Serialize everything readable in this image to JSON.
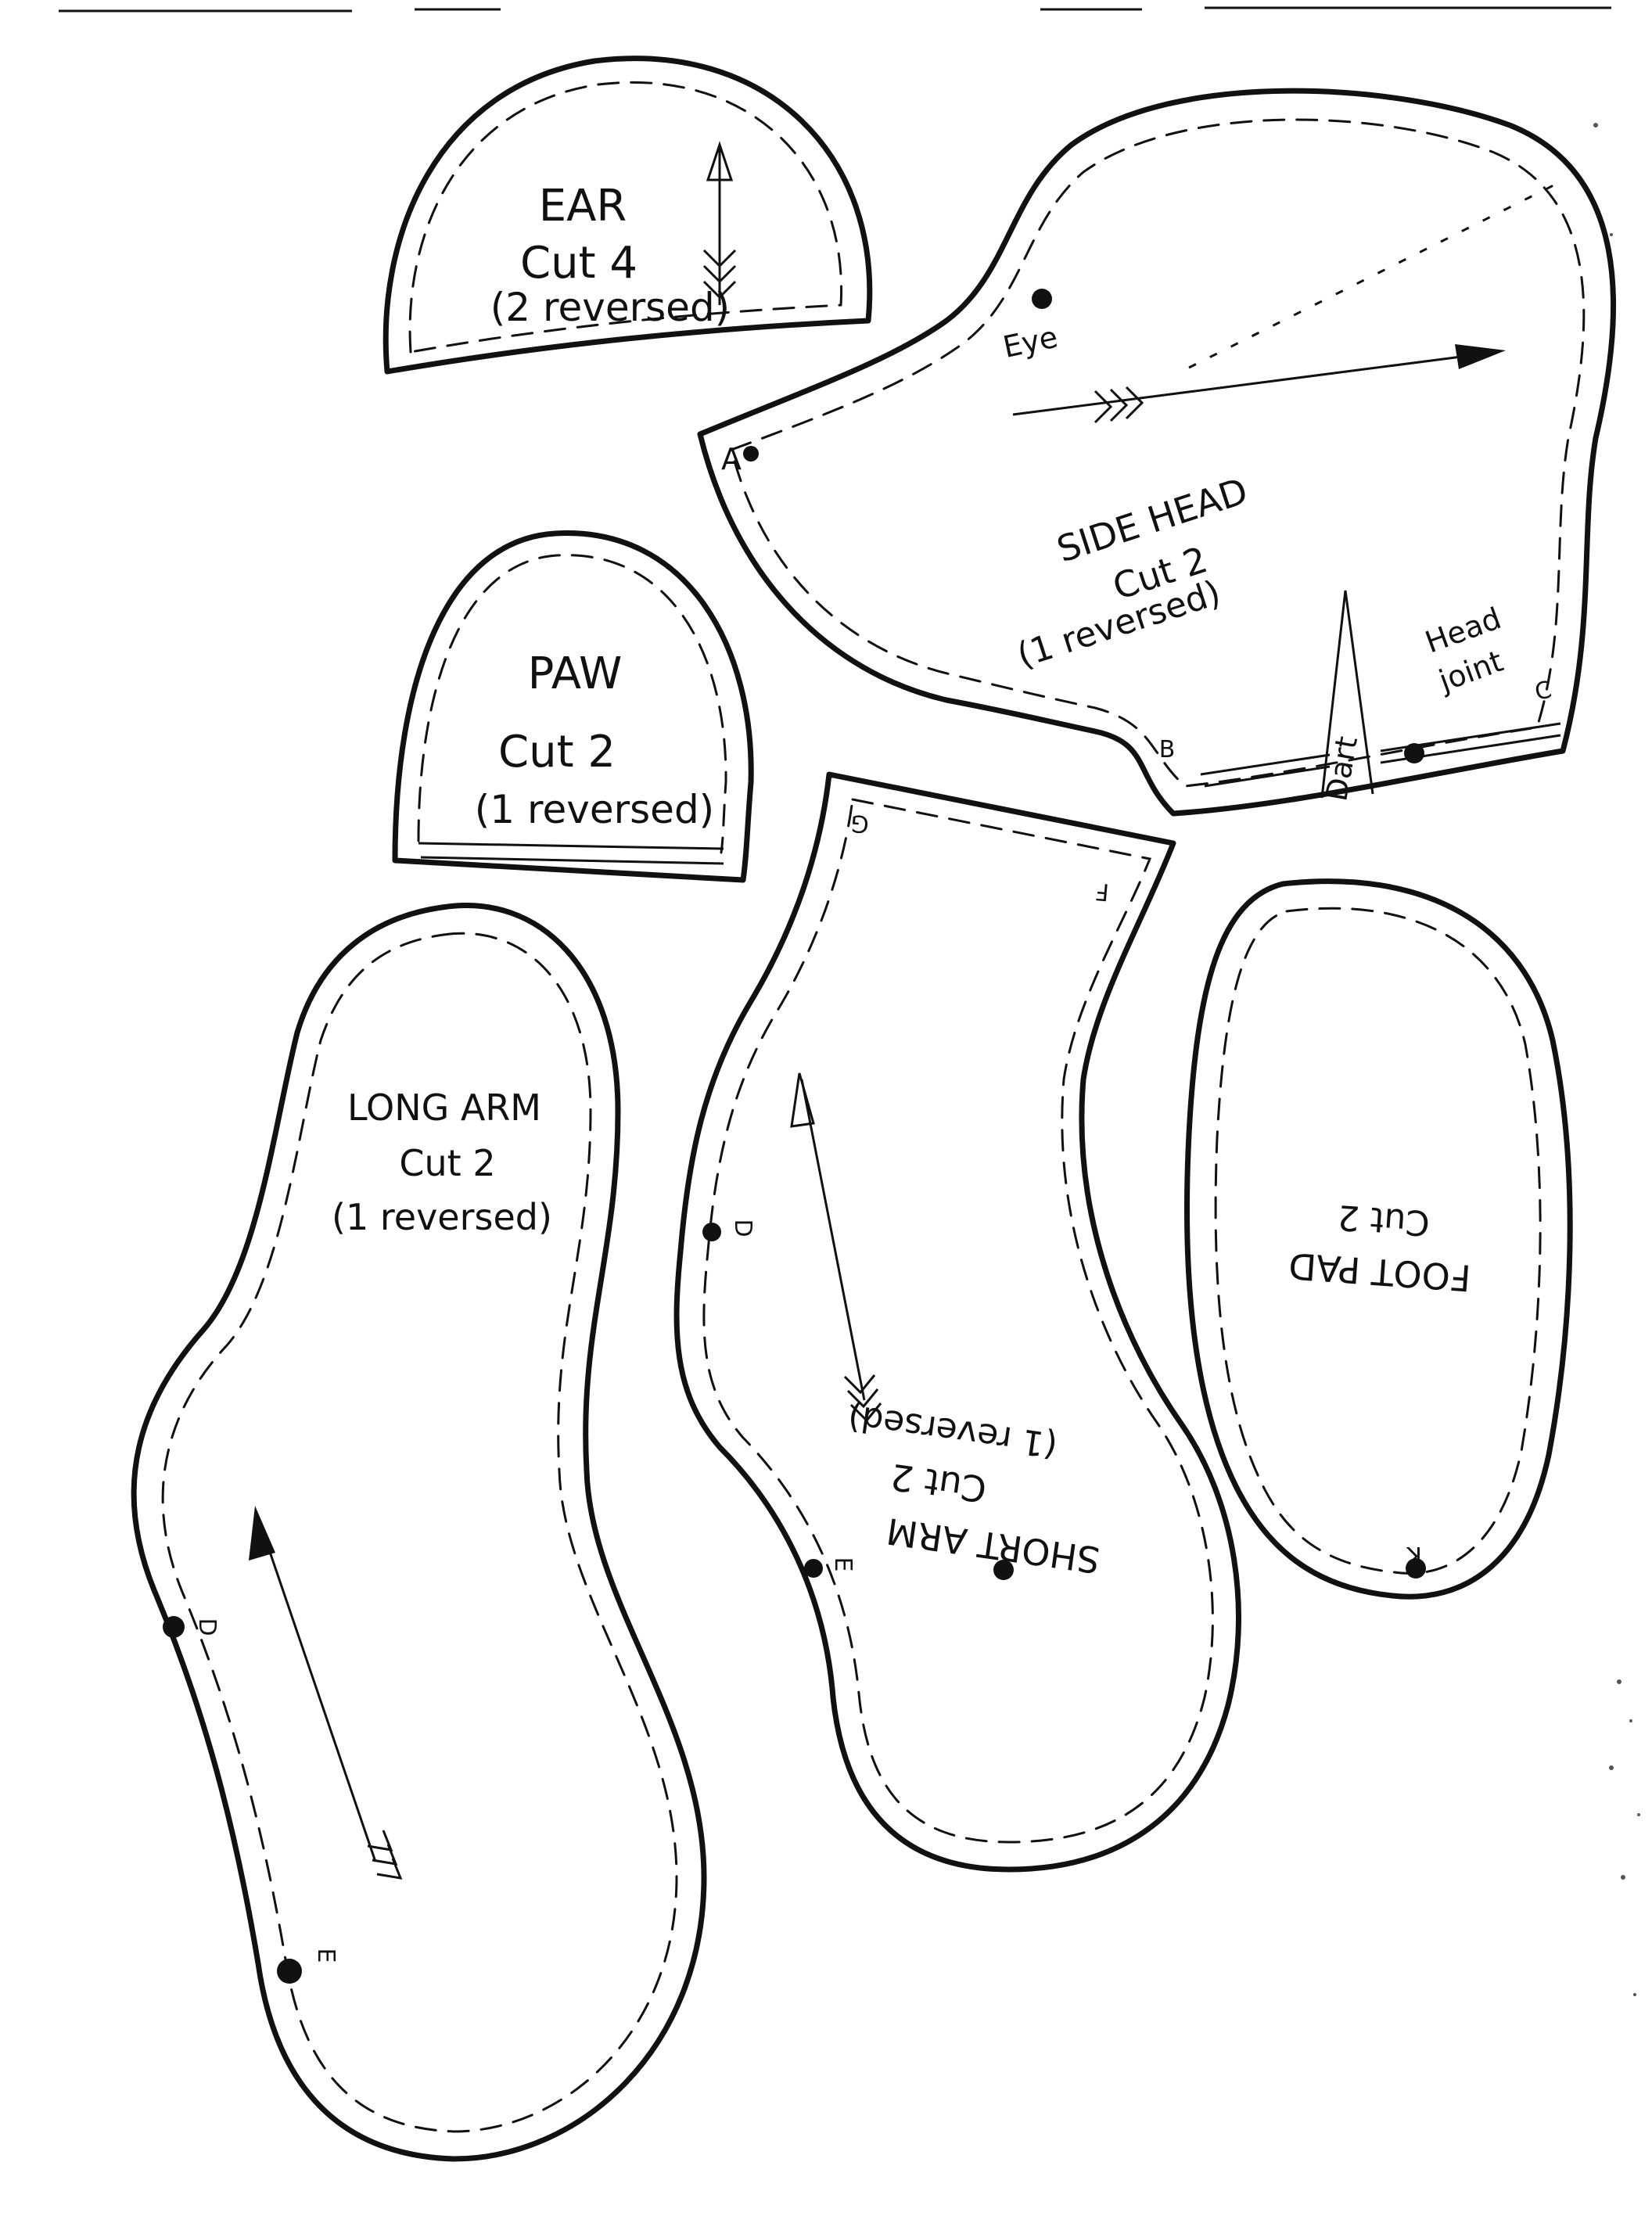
{
  "pieces": {
    "ear": {
      "name": "EAR",
      "cut": "Cut 4",
      "note": "(2 reversed)"
    },
    "side_head": {
      "name": "SIDE HEAD",
      "cut": "Cut 2",
      "note": "(1 reversed)",
      "eye_label": "Eye",
      "dart_label": "Dart",
      "joint_label_1": "Head",
      "joint_label_2": "joint",
      "mark_a": "A",
      "mark_b": "B",
      "mark_c": "C"
    },
    "paw": {
      "name": "PAW",
      "cut": "Cut 2",
      "note": "(1 reversed)"
    },
    "long_arm": {
      "name": "LONG ARM",
      "cut": "Cut 2",
      "note": "(1 reversed)",
      "mark_d": "D",
      "mark_e": "E"
    },
    "short_arm": {
      "name": "SHORT ARM",
      "cut": "Cut 2",
      "note": "(1 reversed)",
      "mark_d": "D",
      "mark_e": "E",
      "mark_f": "F",
      "mark_g": "G"
    },
    "foot_pad": {
      "name": "FOOT PAD",
      "cut": "Cut 2",
      "mark_k": "K"
    }
  }
}
